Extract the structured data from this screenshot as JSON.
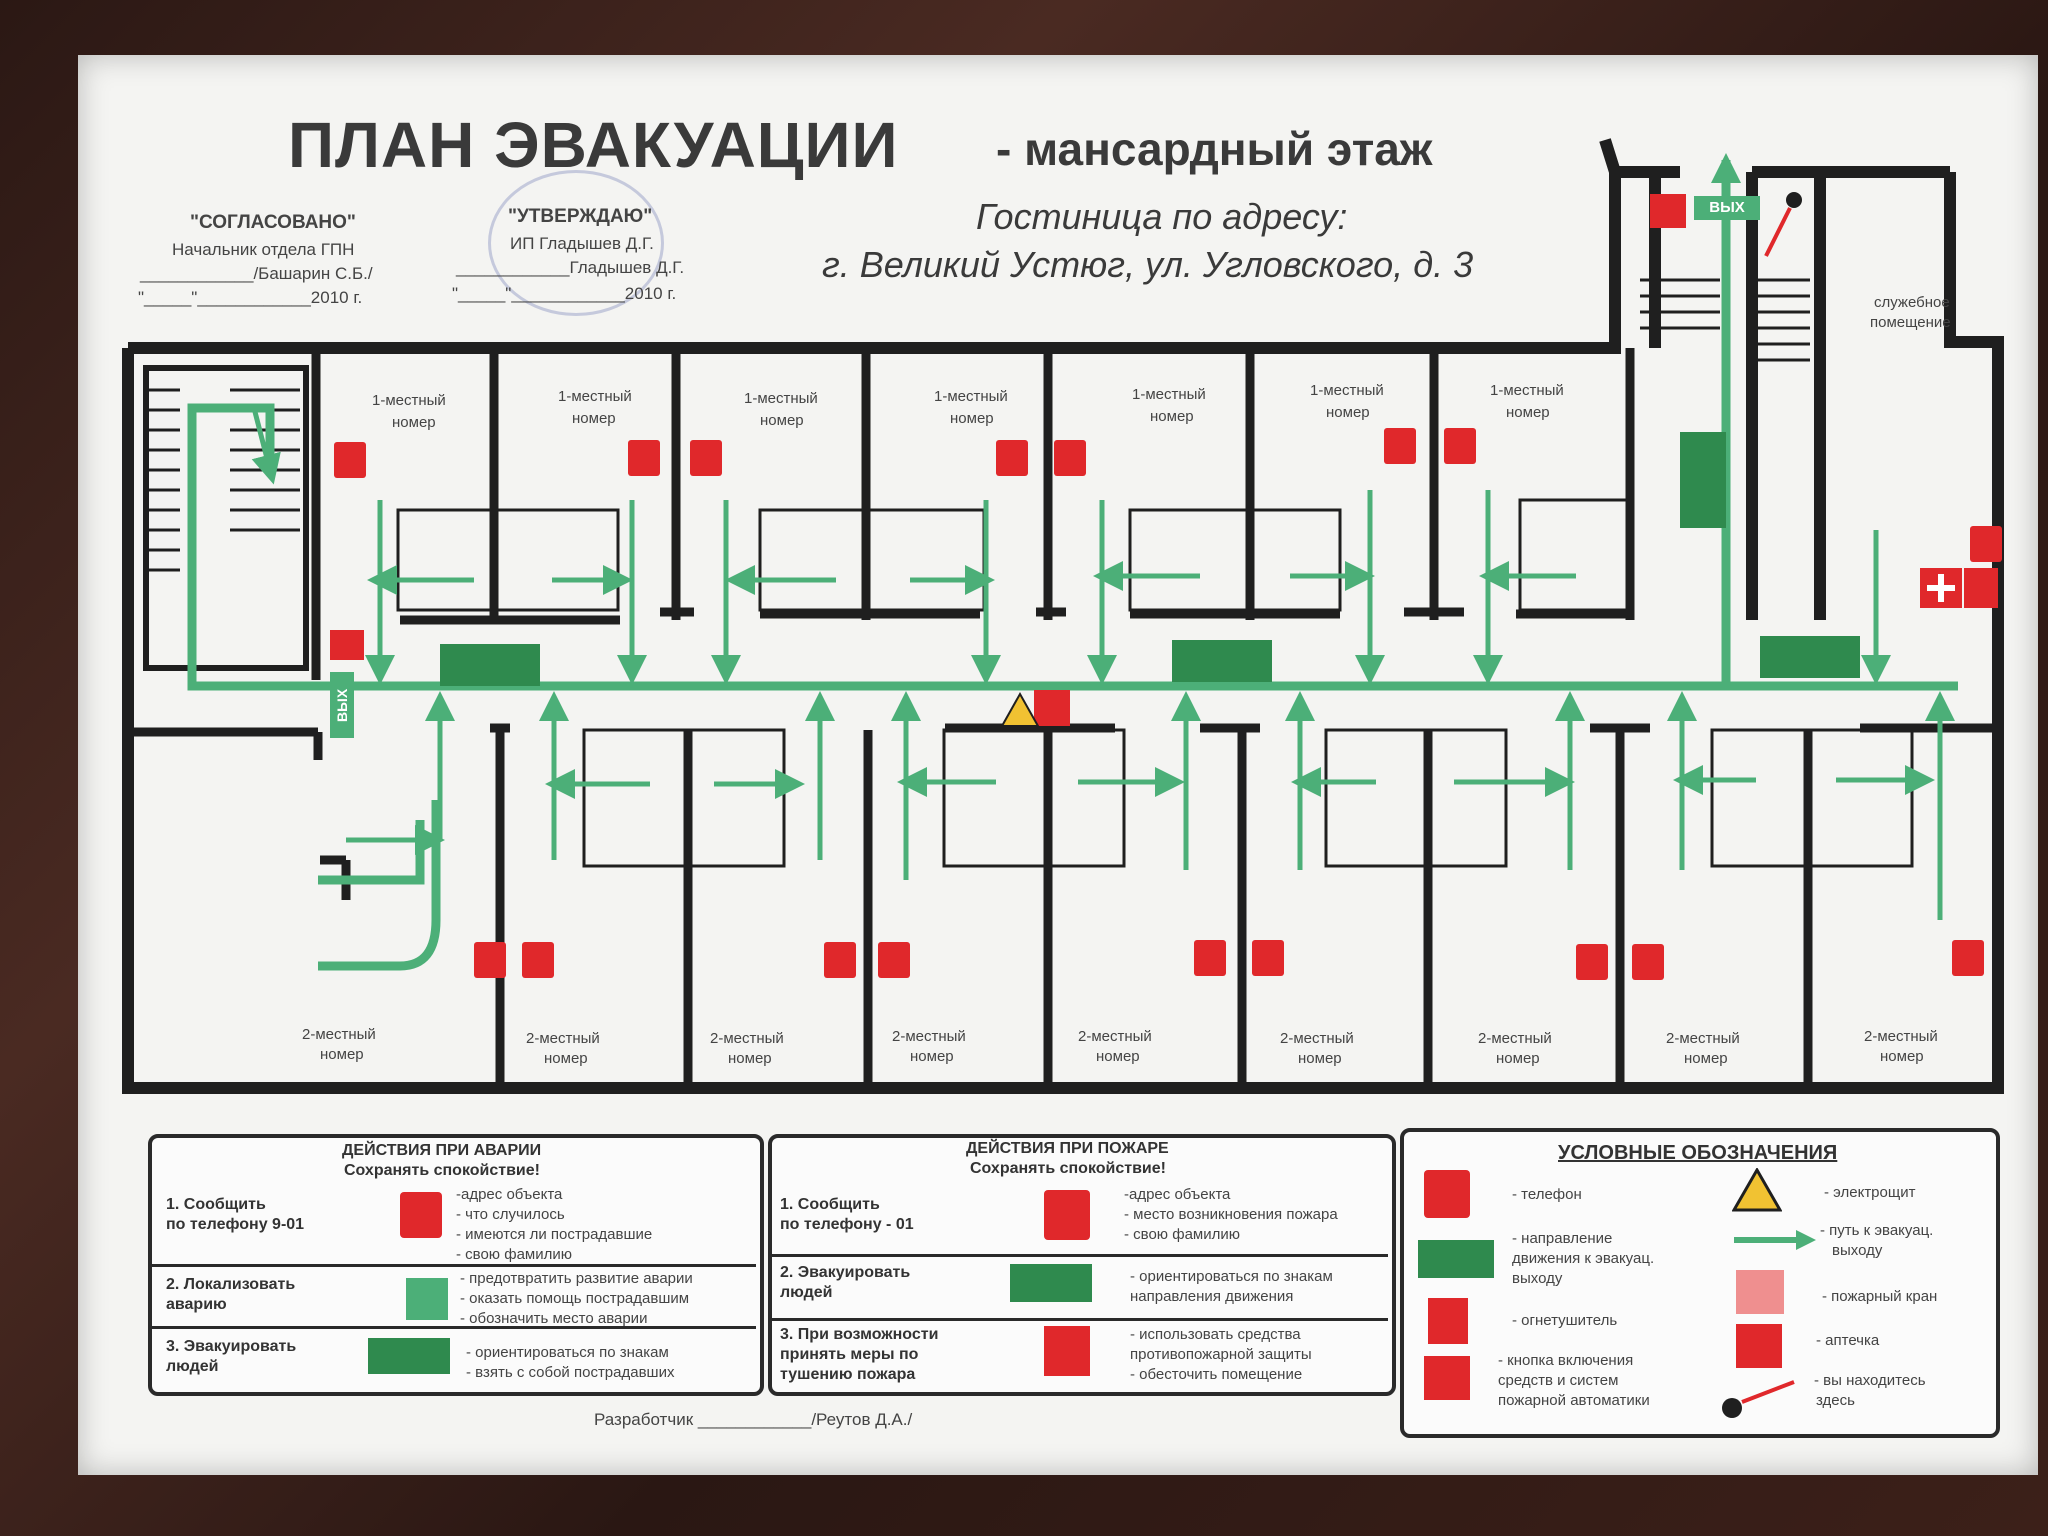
{
  "header": {
    "title": "ПЛАН ЭВАКУАЦИИ",
    "subtitle": "- мансардный этаж",
    "hotel_line1": "Гостиница по адресу:",
    "hotel_line2": "г. Великий Устюг, ул. Угловского, д. 3"
  },
  "approvals": {
    "left": {
      "heading": "\"СОГЛАСОВАНО\"",
      "line1": "Начальник отдела ГПН",
      "line2": "____________/Башарин С.Б./",
      "line3": "\"_____\"____________2010 г."
    },
    "right": {
      "heading": "\"УТВЕРЖДАЮ\"",
      "line1": "ИП Гладышев Д.Г.",
      "line2": "____________Гладышев Д.Г.",
      "line3": "\"_____\"____________2010 г."
    }
  },
  "plan": {
    "exit_label": "ВЫХ",
    "service_room": [
      "служебное",
      "помещение"
    ],
    "top_rooms": [
      [
        "1-местный",
        "номер"
      ],
      [
        "1-местный",
        "номер"
      ],
      [
        "1-местный",
        "номер"
      ],
      [
        "1-местный",
        "номер"
      ],
      [
        "1-местный",
        "номер"
      ],
      [
        "1-местный",
        "номер"
      ],
      [
        "1-местный",
        "номер"
      ]
    ],
    "bottom_rooms": [
      [
        "2-местный",
        "номер"
      ],
      [
        "2-местный",
        "номер"
      ],
      [
        "2-местный",
        "номер"
      ],
      [
        "2-местный",
        "номер"
      ],
      [
        "2-местный",
        "номер"
      ],
      [
        "2-местный",
        "номер"
      ],
      [
        "2-местный",
        "номер"
      ],
      [
        "2-местный",
        "номер"
      ],
      [
        "2-местный",
        "номер"
      ]
    ]
  },
  "accident": {
    "heading1": "ДЕЙСТВИЯ ПРИ АВАРИИ",
    "heading2": "Сохранять спокойствие!",
    "step1": [
      "1. Сообщить",
      "по телефону 9-01"
    ],
    "step1_notes": [
      "-адрес объекта",
      "- что случилось",
      "- имеются ли пострадавшие",
      "- свою фамилию"
    ],
    "step2": [
      "2. Локализовать",
      "аварию"
    ],
    "step2_notes": [
      "- предотвратить развитие аварии",
      "- оказать помощь пострадавшим",
      "- обозначить место аварии"
    ],
    "step3": [
      "3. Эвакуировать",
      "людей"
    ],
    "step3_notes": [
      "- ориентироваться по знакам",
      "- взять с собой пострадавших"
    ]
  },
  "fire": {
    "heading1": "ДЕЙСТВИЯ ПРИ ПОЖАРЕ",
    "heading2": "Сохранять спокойствие!",
    "step1": [
      "1. Сообщить",
      "по телефону - 01"
    ],
    "step1_notes": [
      "-адрес объекта",
      "- место возникновения пожара",
      "- свою фамилию"
    ],
    "step2": [
      "2. Эвакуировать",
      "людей"
    ],
    "step2_notes": [
      "- ориентироваться по знакам",
      "направления движения"
    ],
    "step3": [
      "3. При возможности",
      "принять меры по",
      "тушению пожара"
    ],
    "step3_notes": [
      "- использовать средства",
      "противопожарной защиты",
      "- обесточить помещение"
    ]
  },
  "legend": {
    "heading": "УСЛОВНЫЕ ОБОЗНАЧЕНИЯ",
    "phone": "- телефон",
    "exit_direction": [
      "- направление",
      "движения к эвакуац.",
      "выходу"
    ],
    "extinguisher": "- огнетушитель",
    "button": [
      "- кнопка включения",
      "средств и систем",
      "пожарной автоматики"
    ],
    "electric": "- электрощит",
    "path": [
      "- путь к эвакуац.",
      "выходу"
    ],
    "hydrant": "- пожарный кран",
    "firstaid": "- аптечка",
    "here": [
      "- вы находитесь",
      "здесь"
    ]
  },
  "developer": "Разработчик ____________/Реутов Д.А./",
  "colors": {
    "green": "#4caf78",
    "red": "#e0282b",
    "wall": "#1f1f1f"
  }
}
